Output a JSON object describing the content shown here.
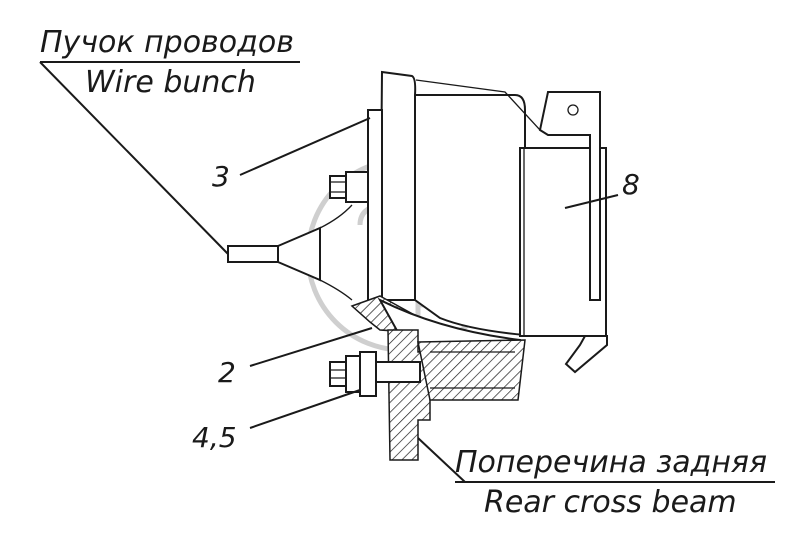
{
  "labels": {
    "wire_bunch_ru": "Пучок проводов",
    "wire_bunch_en": "Wire bunch",
    "rear_beam_ru": "Поперечина задняя",
    "rear_beam_en": "Rear cross beam"
  },
  "callouts": {
    "item_3": "3",
    "item_8": "8",
    "item_2": "2",
    "item_4_5": "4,5"
  },
  "colors": {
    "line": "#1a1a1a",
    "watermark": "#cfcfcf",
    "background": "#ffffff"
  }
}
